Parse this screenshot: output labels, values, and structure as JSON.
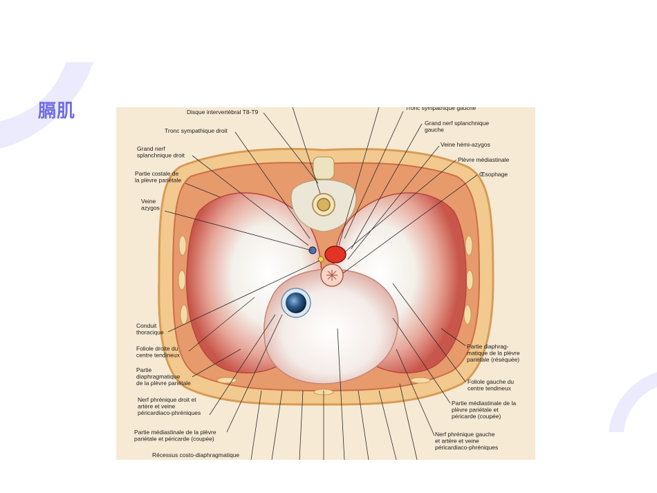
{
  "slide": {
    "title": "膈肌",
    "accent_color": "#6f6ce8",
    "decor_color": "#ecebfd"
  },
  "figure": {
    "background_color": "#f6ead5",
    "labels_left": [
      {
        "id": "disque",
        "lines": [
          "Disque intervertébral T8-T9"
        ]
      },
      {
        "id": "tronc-droit",
        "lines": [
          "Tronc sympathique droit"
        ]
      },
      {
        "id": "grand-nerf-droit",
        "lines": [
          "Grand nerf",
          "splanchnique droit"
        ]
      },
      {
        "id": "partie-costale",
        "lines": [
          "Partie costale de",
          "la plèvre pariétale"
        ]
      },
      {
        "id": "veine-azygos",
        "lines": [
          "Veine",
          "azygos"
        ]
      },
      {
        "id": "conduit-thoracique",
        "lines": [
          "Conduit",
          "thoracique"
        ]
      },
      {
        "id": "foliole-droite",
        "lines": [
          "Foliole droite du",
          "centre tendineux"
        ]
      },
      {
        "id": "partie-diaph-gauche",
        "lines": [
          "Partie",
          "diaphragmatique",
          "de la plèvre pariétale"
        ]
      },
      {
        "id": "nerf-phrenique-droit",
        "lines": [
          "Nerf phrénique droit et",
          "artère et veine",
          "péricardiaco-phréniques"
        ]
      },
      {
        "id": "partie-mediastinale-left",
        "lines": [
          "Partie médiastinale de la plèvre",
          "pariétale et péricarde (coupée)"
        ]
      },
      {
        "id": "recessus",
        "lines": [
          "Récessus costo-diaphragmatique"
        ]
      }
    ],
    "labels_right": [
      {
        "id": "tronc-gauche",
        "lines": [
          "Tronc sympathique gauche"
        ]
      },
      {
        "id": "grand-nerf-gauche",
        "lines": [
          "Grand nerf splanchnique",
          "gauche"
        ]
      },
      {
        "id": "veine-hemi",
        "lines": [
          "Veine hémi-azygos"
        ]
      },
      {
        "id": "plevre-mediastinale",
        "lines": [
          "Plèvre médiastinale"
        ]
      },
      {
        "id": "oesophage",
        "lines": [
          "Œsophage"
        ]
      },
      {
        "id": "partie-diaph-right",
        "lines": [
          "Partie diaphrag-",
          "matique de la plèvre",
          "pariétale (réséquée)"
        ]
      },
      {
        "id": "foliole-gauche",
        "lines": [
          "Foliole gauche du",
          "centre tendineux"
        ]
      },
      {
        "id": "partie-mediastinale-right",
        "lines": [
          "Partie médiastinale de la",
          "plèvre pariétale et",
          "péricarde (coupée)"
        ]
      },
      {
        "id": "nerf-phrenique-gauche",
        "lines": [
          "Nerf phrénique gauche",
          "et artère et veine",
          "péricardiaco-phréniques"
        ]
      }
    ]
  }
}
